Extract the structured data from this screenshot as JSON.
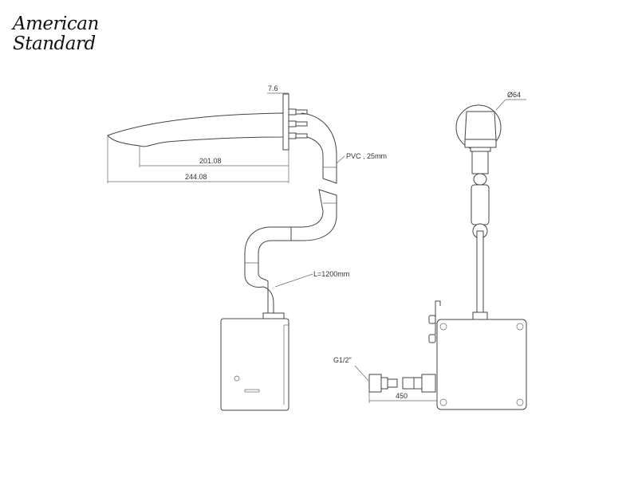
{
  "brand": {
    "line1": "American",
    "line2": "Standard"
  },
  "labels": {
    "flange_thickness": "7.6",
    "spout_reach_short": "201.08",
    "spout_reach_long": "244.08",
    "hose": "PVC , 25mm",
    "cable_length": "L=1200mm",
    "sensor_diameter": "Ø64",
    "inlet_thread": "G1/2\"",
    "inlet_length": "450"
  }
}
